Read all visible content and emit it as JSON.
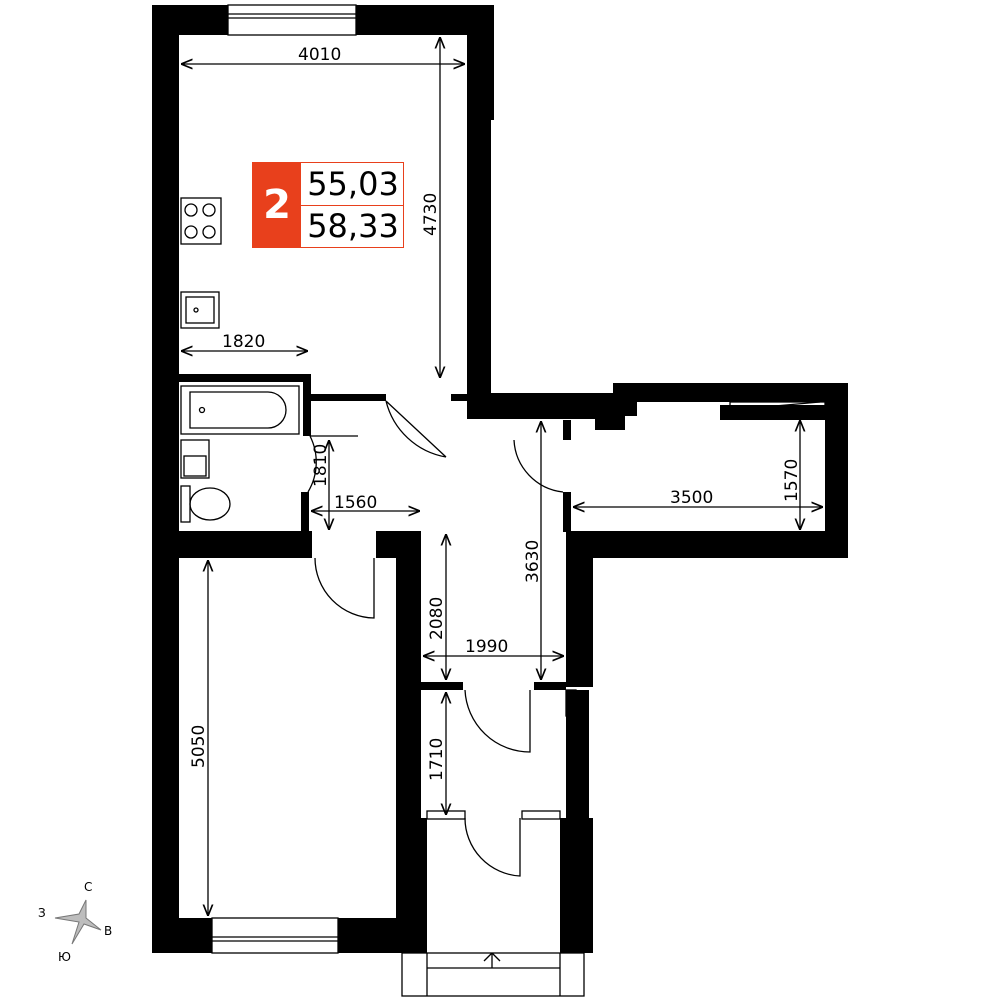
{
  "apartment": {
    "rooms": "2",
    "living_area": "55,03",
    "total_area": "58,33"
  },
  "dimensions": {
    "d4010": "4010",
    "d4730": "4730",
    "d1820": "1820",
    "d1810": "1810",
    "d1560": "1560",
    "d3500": "3500",
    "d1570": "1570",
    "d3630": "3630",
    "d2080": "2080",
    "d1990": "1990",
    "d1710": "1710",
    "d5050": "5050"
  },
  "compass": {
    "north": "С",
    "west": "З",
    "east": "В",
    "south": "Ю"
  },
  "colors": {
    "accent": "#e8401c",
    "wall": "#000000"
  }
}
